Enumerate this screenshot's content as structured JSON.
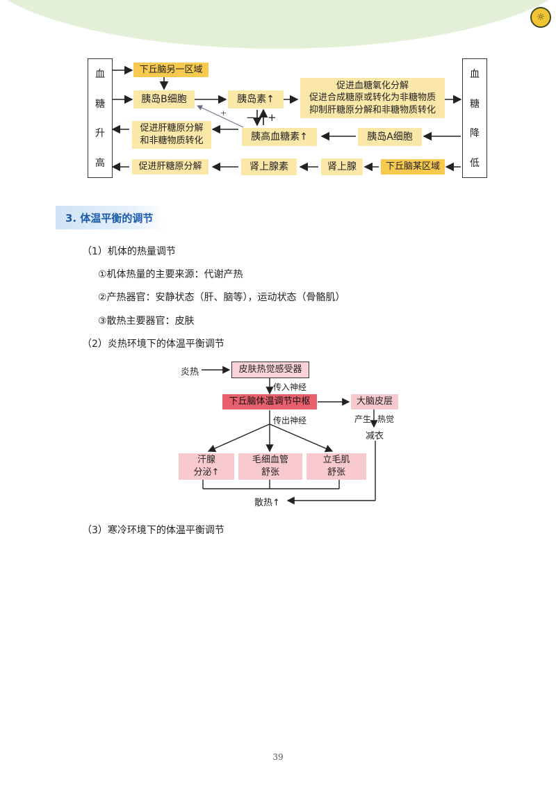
{
  "header": {
    "logo_icon": "sun-lion-emblem"
  },
  "blood_sugar_diagram": {
    "left_label": [
      "血",
      "糖",
      "升",
      "高"
    ],
    "right_label": [
      "血",
      "糖",
      "降",
      "低"
    ],
    "hypothalamus_other": "下丘脑另一区域",
    "beta_cell": "胰岛B细胞",
    "insulin": "胰岛素↑",
    "insulin_effects": [
      "促进血糖氧化分解",
      "促进合成糖原或转化为非糖物质",
      "抑制肝糖原分解和非糖物质转化"
    ],
    "glucagon": "胰高血糖素↑",
    "alpha_cell": "胰岛A细胞",
    "glucagon_effects": [
      "促进肝糖原分解",
      "和非糖物质转化"
    ],
    "liver_breakdown": "促进肝糖原分解",
    "epinephrine": "肾上腺素",
    "adrenal": "肾上腺",
    "hypothalamus_some": "下丘脑某区域",
    "minus": "−",
    "plus": "+",
    "plus_small": "+"
  },
  "section3": {
    "title": "3. 体温平衡的调节"
  },
  "items": {
    "p1": "（1）机体的热量调节",
    "p1a": "①机体热量的主要来源：代谢产热",
    "p1b": "②产热器官：安静状态（肝、脑等），运动状态（骨骼肌）",
    "p1c": "③散热主要器官：皮肤",
    "p2": "（2）炎热环境下的体温平衡调节",
    "p3": "（3）寒冷环境下的体温平衡调节"
  },
  "heat_diagram": {
    "hot": "炎热",
    "skin_receptor": "皮肤热觉感受器",
    "afferent": "传入神经",
    "center": "下丘脑体温调节中枢",
    "cortex": "大脑皮层",
    "produce": "产生",
    "heat_sense": "热觉",
    "reduce_clothes": "减衣",
    "efferent": "传出神经",
    "sweat": [
      "汗腺",
      "分泌↑"
    ],
    "capillary": [
      "毛细血管",
      "舒张"
    ],
    "arrector": [
      "立毛肌",
      "舒张"
    ],
    "heat_loss": "散热↑"
  },
  "footer": {
    "page_number": "39"
  }
}
